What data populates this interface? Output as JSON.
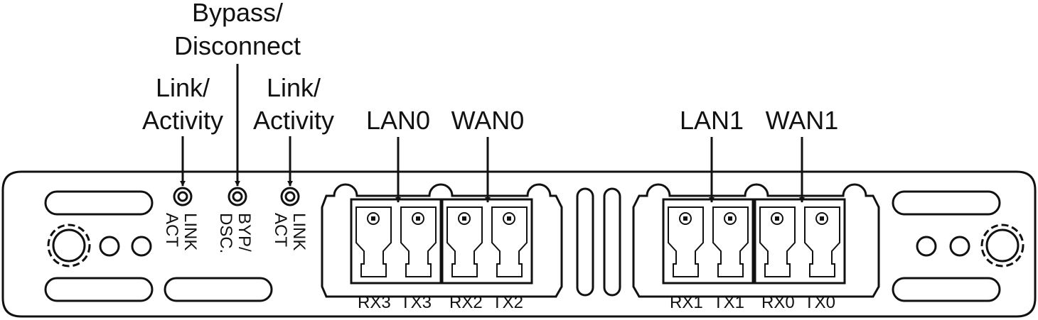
{
  "callouts": {
    "bypass_line1": "Bypass/",
    "bypass_line2": "Disconnect",
    "link_activity_left_line1": "Link/",
    "link_activity_left_line2": "Activity",
    "link_activity_right_line1": "Link/",
    "link_activity_right_line2": "Activity",
    "lan0": "LAN0",
    "wan0": "WAN0",
    "lan1": "LAN1",
    "wan1": "WAN1"
  },
  "led_labels": {
    "led1_line1": "LINK",
    "led1_line2": "ACT",
    "led2_line1": "BYP/",
    "led2_line2": "DSC.",
    "led3_line1": "LINK",
    "led3_line2": "ACT"
  },
  "port_labels": [
    "RX3",
    "TX3",
    "RX2",
    "TX2",
    "RX1",
    "TX1",
    "RX0",
    "TX0"
  ]
}
